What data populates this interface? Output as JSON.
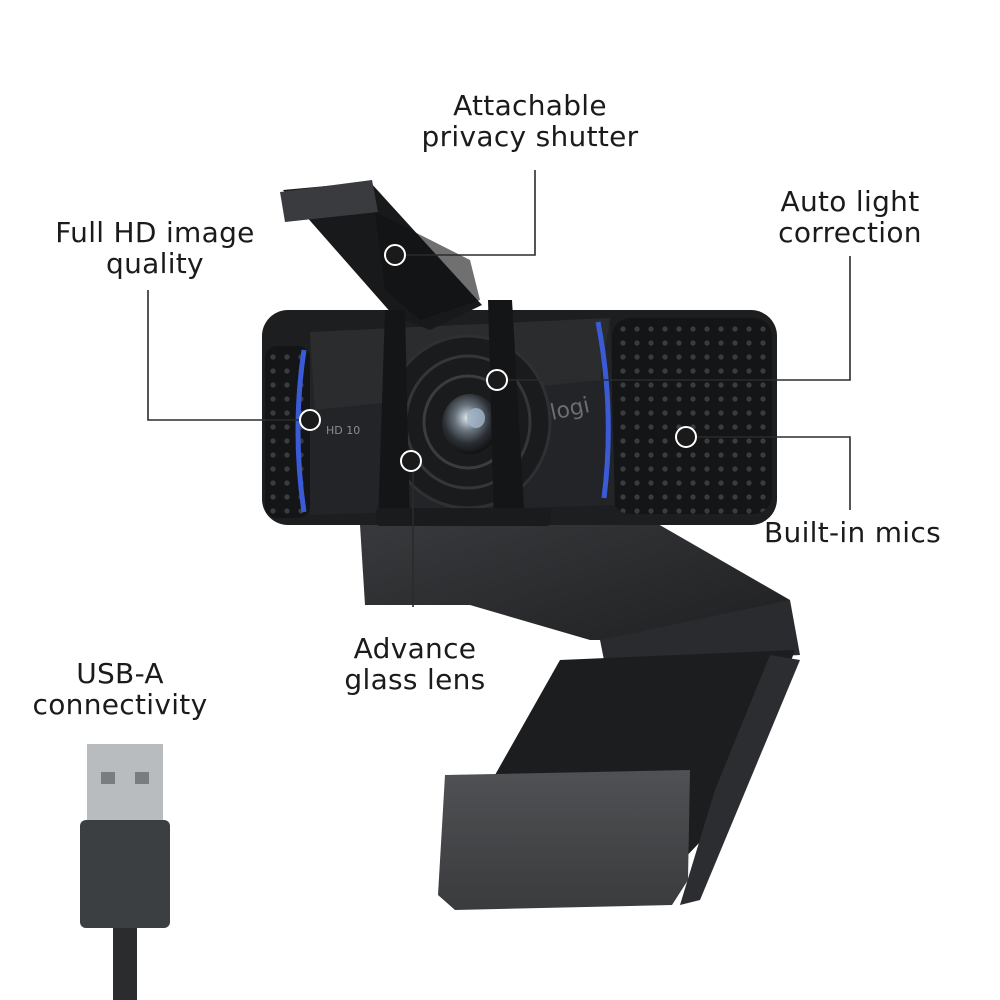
{
  "labels": {
    "shutter": [
      "Attachable",
      "privacy shutter"
    ],
    "full_hd": [
      "Full HD image",
      "quality"
    ],
    "auto_light": [
      "Auto light",
      "correction"
    ],
    "mics": [
      "Built-in mics"
    ],
    "lens": [
      "Advance",
      "glass lens"
    ],
    "usb": [
      "USB-A",
      "connectivity"
    ]
  },
  "device_text": {
    "brand": "logi",
    "resolution": "HD 10"
  },
  "colors": {
    "background": "#ffffff",
    "text": "#1b1b1b",
    "body": "#1e1f21",
    "accent_blue": "#3b5bd6",
    "usb_metal": "#b9bcbf",
    "usb_plug": "#3c3f42"
  }
}
